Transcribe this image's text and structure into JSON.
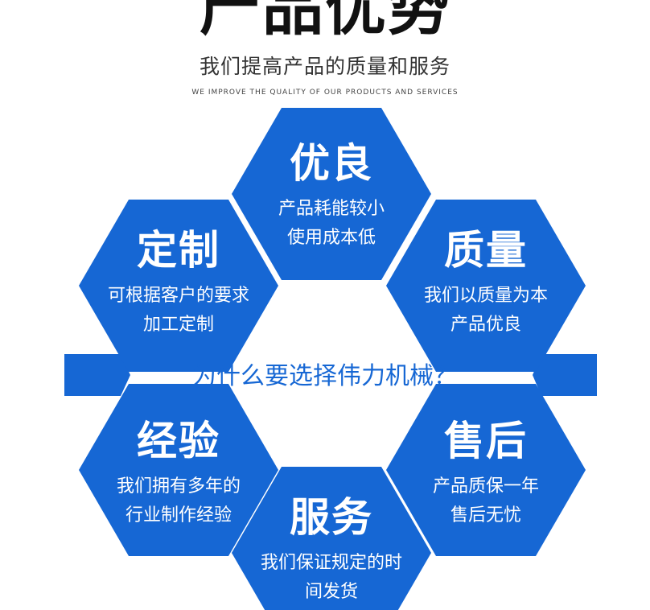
{
  "header": {
    "title": "产品优势",
    "subtitle": "我们提高产品的质量和服务",
    "subtitle_en": "WE IMPROVE THE QUALITY OF OUR PRODUCTS AND SERVICES"
  },
  "banner": {
    "text": "为什么要选择伟力机械？"
  },
  "hexagons": [
    {
      "title": "优良",
      "line1": "产品耗能较小",
      "line2": "使用成本低"
    },
    {
      "title": "定制",
      "line1": "可根据客户的要求",
      "line2": "加工定制"
    },
    {
      "title": "质量",
      "line1": "我们以质量为本",
      "line2": "产品优良"
    },
    {
      "title": "经验",
      "line1": "我们拥有多年的",
      "line2": "行业制作经验"
    },
    {
      "title": "售后",
      "line1": "产品质保一年",
      "line2": "售后无忧"
    },
    {
      "title": "服务",
      "line1": "我们保证规定的时",
      "line2": "间发货"
    }
  ],
  "colors": {
    "hex_blue": "#1667d4",
    "banner_text": "#1667d4",
    "title_black": "#111111"
  }
}
